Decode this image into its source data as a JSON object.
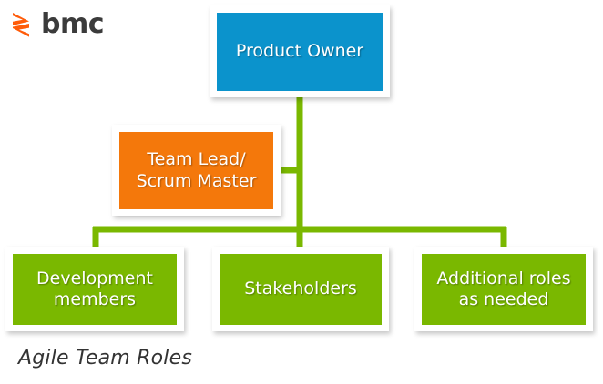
{
  "brand": {
    "logo_icon": "bmc-chevron-mark",
    "wordmark": "bmc",
    "mark_color": "#ff5c0a",
    "wordmark_color": "#3b3b3b"
  },
  "diagram": {
    "caption": "Agile Team Roles",
    "connector_color": "#7ab800",
    "nodes": [
      {
        "id": "product-owner",
        "label": "Product Owner",
        "color": "#0b93cc"
      },
      {
        "id": "team-lead",
        "label": "Team Lead/\nScrum Master",
        "color": "#f4780b"
      },
      {
        "id": "development",
        "label": "Development\nmembers",
        "color": "#7ab800"
      },
      {
        "id": "stakeholders",
        "label": "Stakeholders",
        "color": "#7ab800"
      },
      {
        "id": "additional",
        "label": "Additional roles\nas needed",
        "color": "#7ab800"
      }
    ]
  }
}
